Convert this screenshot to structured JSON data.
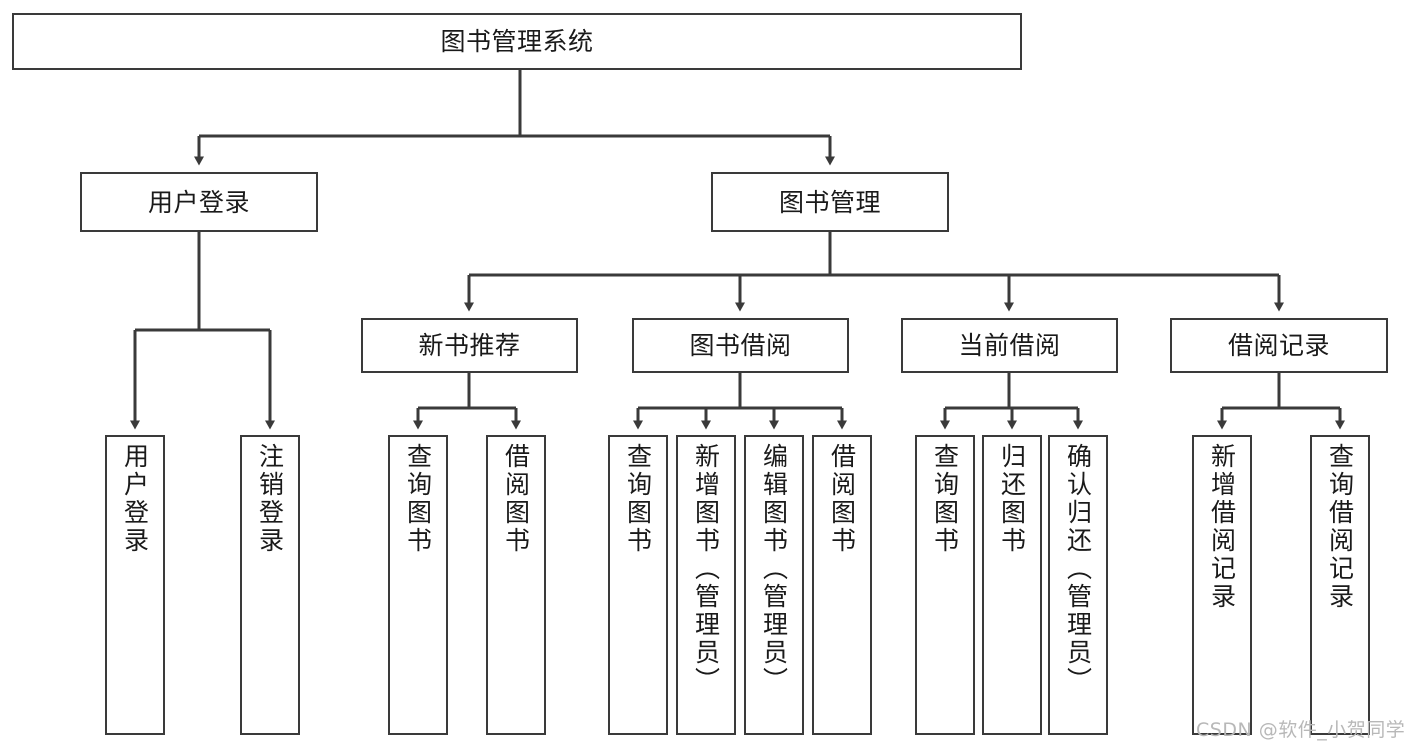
{
  "diagram": {
    "type": "tree-hierarchy-chart",
    "title": "图书管理系统",
    "orientation": "top-down",
    "line_color": "#3a3a3a",
    "box_fill": "#ffffff",
    "text_color": "#1a1a1a",
    "nodes": {
      "root": {
        "id": "root",
        "label": "图书管理系统",
        "level": 0
      },
      "level2": [
        {
          "id": "user-login",
          "label": "用户登录",
          "level": 1
        },
        {
          "id": "book-manage",
          "label": "图书管理",
          "level": 1
        }
      ],
      "level3": [
        {
          "id": "new-book-recommend",
          "label": "新书推荐",
          "level": 2,
          "parent": "book-manage"
        },
        {
          "id": "book-borrow",
          "label": "图书借阅",
          "level": 2,
          "parent": "book-manage"
        },
        {
          "id": "current-borrow",
          "label": "当前借阅",
          "level": 2,
          "parent": "book-manage"
        },
        {
          "id": "borrow-record",
          "label": "借阅记录",
          "level": 2,
          "parent": "book-manage"
        }
      ],
      "leaves": [
        {
          "id": "leaf-user-login",
          "label": "用户登录",
          "parent": "user-login"
        },
        {
          "id": "leaf-logout",
          "label": "注销登录",
          "parent": "user-login"
        },
        {
          "id": "leaf-query-book-1",
          "label": "查询图书",
          "parent": "new-book-recommend"
        },
        {
          "id": "leaf-borrow-book-1",
          "label": "借阅图书",
          "parent": "new-book-recommend"
        },
        {
          "id": "leaf-query-book-2",
          "label": "查询图书",
          "parent": "book-borrow"
        },
        {
          "id": "leaf-add-book",
          "label": "新增图书（管理员）",
          "parent": "book-borrow"
        },
        {
          "id": "leaf-edit-book",
          "label": "编辑图书（管理员）",
          "parent": "book-borrow"
        },
        {
          "id": "leaf-borrow-book-2",
          "label": "借阅图书",
          "parent": "book-borrow"
        },
        {
          "id": "leaf-query-book-3",
          "label": "查询图书",
          "parent": "current-borrow"
        },
        {
          "id": "leaf-return-book",
          "label": "归还图书",
          "parent": "current-borrow"
        },
        {
          "id": "leaf-confirm-return",
          "label": "确认归还（管理员）",
          "parent": "current-borrow"
        },
        {
          "id": "leaf-add-record",
          "label": "新增借阅记录",
          "parent": "borrow-record"
        },
        {
          "id": "leaf-query-record",
          "label": "查询借阅记录",
          "parent": "borrow-record"
        }
      ]
    }
  },
  "watermark": {
    "text": "CSDN @软件_小贺同学"
  }
}
